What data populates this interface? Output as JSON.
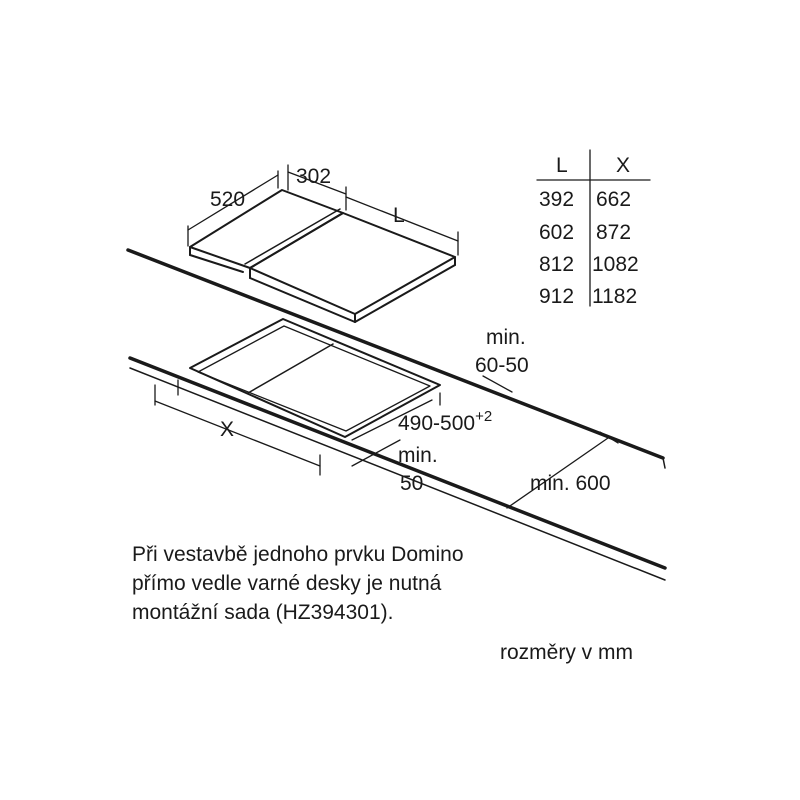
{
  "dimensions": {
    "depth": "520",
    "width": "302",
    "length_var": "L",
    "cutout_width_var": "X",
    "cutout_depth": "490-500",
    "cutout_depth_tolerance": "+2",
    "front_gap_label": "min.",
    "front_gap_value": "50",
    "rear_gap_label": "min.",
    "rear_gap_value": "60-50",
    "cabinet_depth": "min. 600"
  },
  "table": {
    "headers": [
      "L",
      "X"
    ],
    "rows": [
      [
        "392",
        "662"
      ],
      [
        "602",
        "872"
      ],
      [
        "812",
        "1082"
      ],
      [
        "912",
        "1182"
      ]
    ]
  },
  "note": {
    "lines": [
      "Při vestavbě jednoho prvku Domino",
      "přímo vedle varné desky je nutná",
      "montážní sada (HZ394301)."
    ]
  },
  "units_label": "rozměry v mm",
  "colors": {
    "line": "#1a1a1a",
    "background": "#ffffff"
  }
}
